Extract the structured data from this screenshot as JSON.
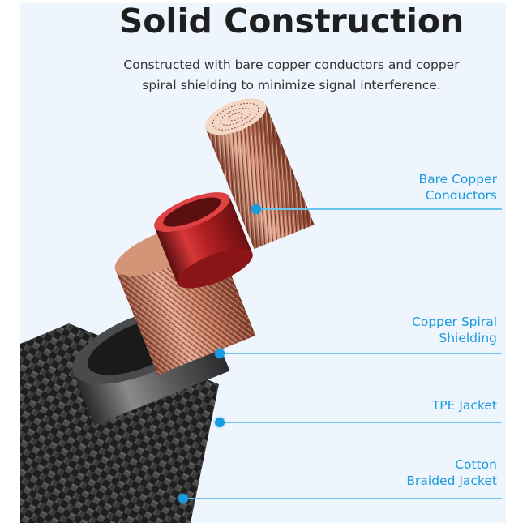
{
  "header": {
    "title": "Solid Construction",
    "subtitle_line1": "Constructed with bare copper conductors and copper",
    "subtitle_line2": "spiral shielding to minimize signal interference."
  },
  "illustration": {
    "subject": "cable-cross-section",
    "layers": [
      {
        "id": "bare-copper-conductors",
        "line1": "Bare Copper",
        "line2": "Conductors"
      },
      {
        "id": "copper-spiral-shielding",
        "line1": "Copper Spiral",
        "line2": "Shielding"
      },
      {
        "id": "tpe-jacket",
        "line1": "TPE Jacket",
        "line2": ""
      },
      {
        "id": "cotton-braided-jacket",
        "line1": "Cotton",
        "line2": "Braided Jacket"
      }
    ]
  },
  "colors": {
    "background": "#eff5fd",
    "title": "#1f1f1f",
    "subtitle": "#333333",
    "accent": "#1a9be0",
    "leader_line": "#6cc3ee",
    "copper": "#c9846a",
    "insulation_red": "#c8282a",
    "tpe_grey": "#5a5a5c",
    "braid_black": "#2a2a2a"
  }
}
